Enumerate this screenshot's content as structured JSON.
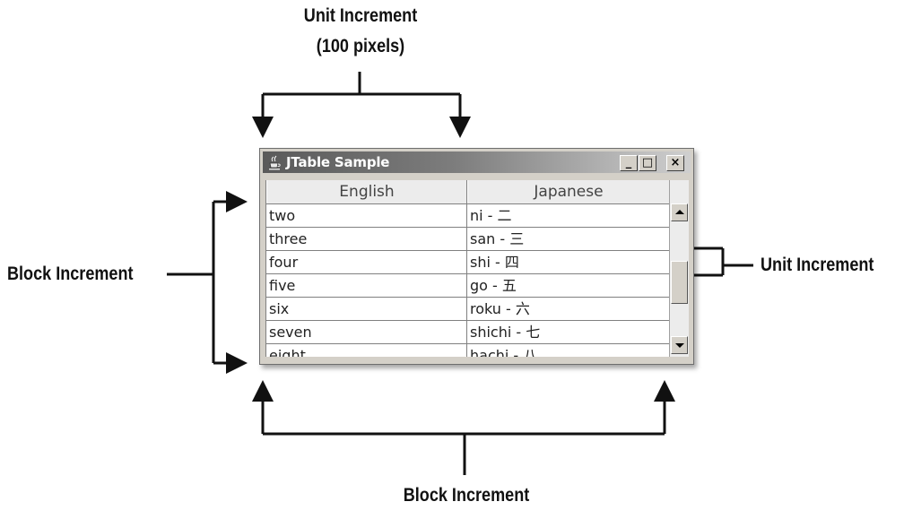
{
  "callouts": {
    "top_line1": "Unit Increment",
    "top_line2": "(100 pixels)",
    "left": "Block Increment",
    "right": "Unit Increment",
    "bottom": "Block Increment"
  },
  "window": {
    "title": "JTable Sample",
    "minimize_glyph": "_",
    "maximize_glyph": "□",
    "close_glyph": "×"
  },
  "table": {
    "headers": [
      "English",
      "Japanese"
    ],
    "rows": [
      [
        "two",
        "ni - 二"
      ],
      [
        "three",
        "san - 三"
      ],
      [
        "four",
        "shi - 四"
      ],
      [
        "five",
        "go - 五"
      ],
      [
        "six",
        "roku - 六"
      ],
      [
        "seven",
        "shichi - 七"
      ],
      [
        "eight",
        "hachi - 八"
      ]
    ]
  },
  "icons": [
    "java-cup-icon",
    "minimize-icon",
    "maximize-icon",
    "close-icon",
    "scroll-up-arrow-icon",
    "scroll-down-arrow-icon"
  ]
}
